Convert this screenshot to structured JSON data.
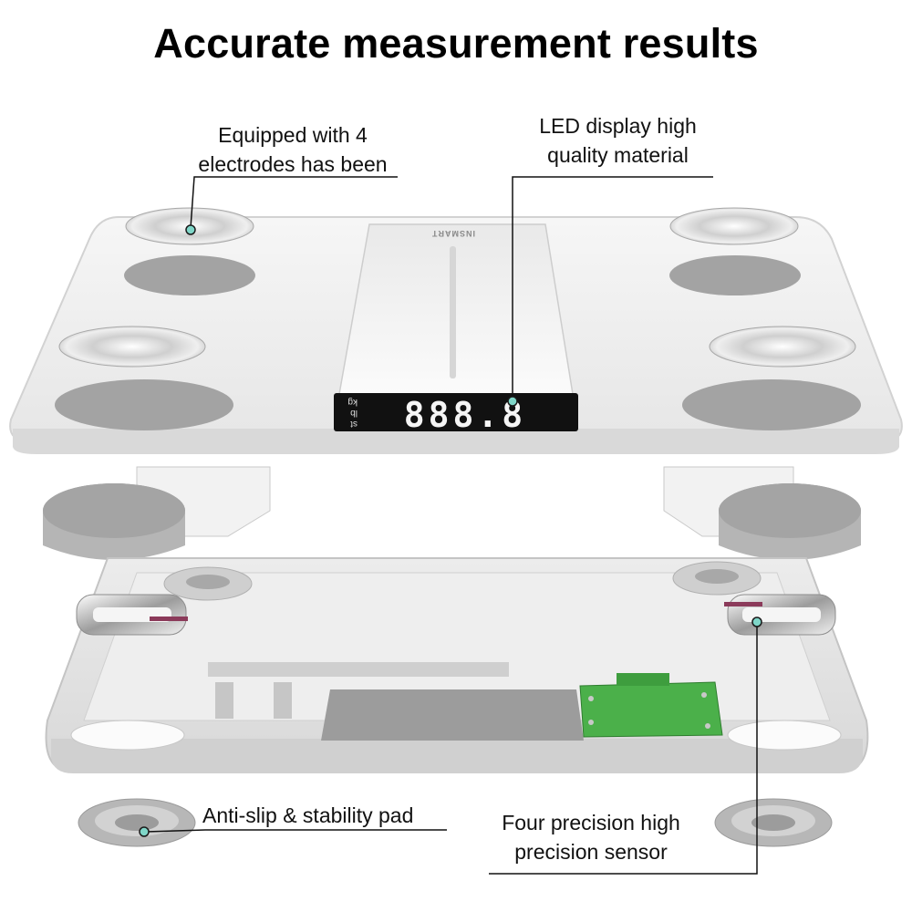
{
  "title": "Accurate measurement results",
  "callouts": {
    "electrodes": [
      "Equipped with 4",
      "electrodes has been"
    ],
    "led": [
      "LED display high",
      "quality material"
    ],
    "pad": [
      "Anti-slip & stability pad"
    ],
    "sensor": [
      "Four precision high",
      "precision sensor"
    ]
  },
  "product": {
    "brand_mark": "INSMART",
    "display_units": [
      "kg",
      "lb",
      "st"
    ],
    "display_digits": "888.8"
  },
  "colors": {
    "accent_dot": "#7fd6c8",
    "pcb_green": "#4bb04a",
    "glass_white": "#f1f1f1",
    "pad_gray": "#9a9a9a",
    "display_black": "#111111"
  }
}
